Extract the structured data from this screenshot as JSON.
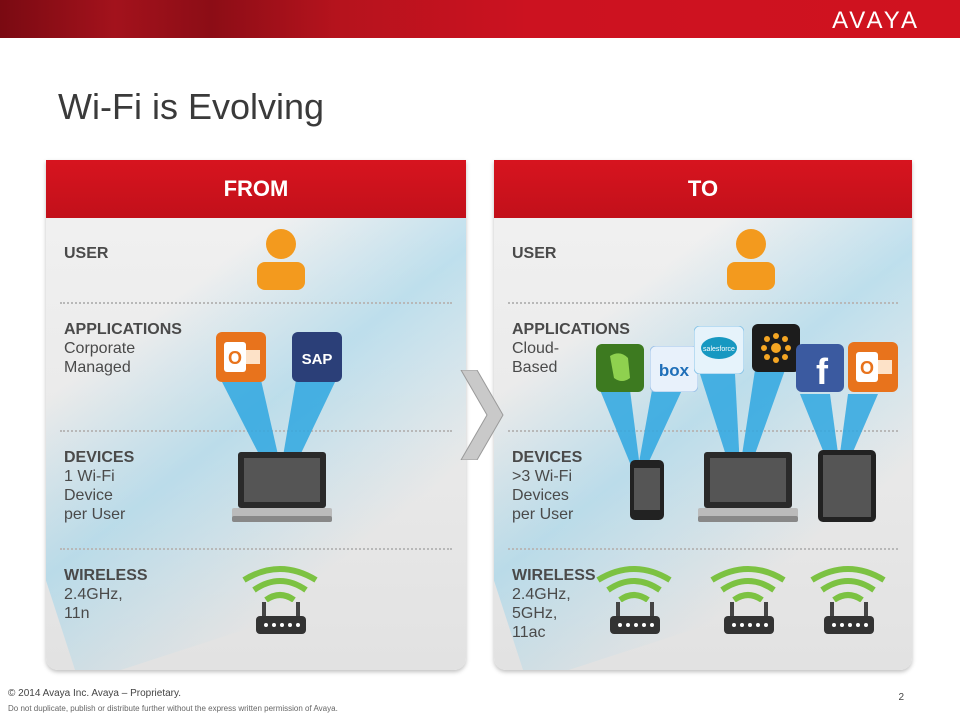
{
  "header": {
    "logo": "AVAYA"
  },
  "slide": {
    "title": "Wi-Fi is Evolving",
    "page_number": "2"
  },
  "panels": {
    "from": {
      "heading": "FROM",
      "user_label": "USER",
      "apps_label": "APPLICATIONS",
      "apps_sub": [
        "Corporate",
        "Managed"
      ],
      "devices_label": "DEVICES",
      "devices_sub": [
        "1 Wi-Fi",
        "Device",
        "per User"
      ],
      "wireless_label": "WIRELESS",
      "wireless_sub": [
        "2.4GHz,",
        "11n"
      ],
      "app_icons": [
        "outlook-icon",
        "sap-icon"
      ],
      "sap_text": "SAP"
    },
    "to": {
      "heading": "TO",
      "user_label": "USER",
      "apps_label": "APPLICATIONS",
      "apps_sub": [
        "Cloud-",
        "Based"
      ],
      "devices_label": "DEVICES",
      "devices_sub": [
        ">3 Wi-Fi",
        "Devices",
        "per User"
      ],
      "wireless_label": "WIRELESS",
      "wireless_sub": [
        "2.4GHz,",
        "5GHz,",
        "11ac"
      ],
      "app_icons": [
        "evernote-icon",
        "box-icon",
        "salesforce-icon",
        "yammer-icon",
        "facebook-icon",
        "outlook-icon"
      ],
      "box_text": "box",
      "fb_text": "f",
      "sf_text": "salesforce"
    }
  },
  "footer": {
    "copyright": "© 2014 Avaya Inc. Avaya – Proprietary.",
    "notice": "Do not duplicate, publish or distribute further without the express written permission of Avaya."
  },
  "colors": {
    "brand_red": "#cc1220",
    "wifi_green": "#7cc242",
    "user_orange": "#f39a1e"
  }
}
